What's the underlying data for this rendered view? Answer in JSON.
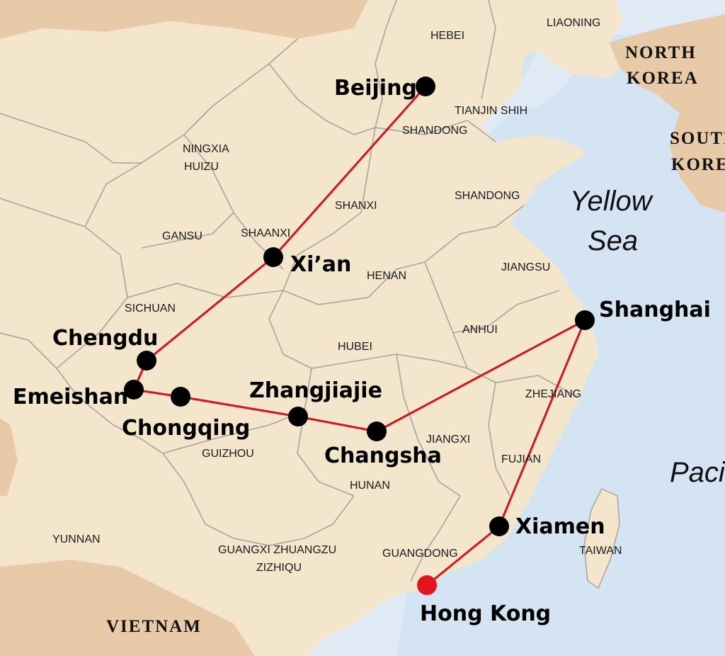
{
  "colors": {
    "land": "#f4e6cd",
    "neighbor_land": "#e8c9a8",
    "border": "#a9a3a0",
    "sea": "#dfeaf5",
    "route": "#d4141f",
    "city_marker": "#000000",
    "start_marker": "#e4141f"
  },
  "countries": {
    "north_korea_line1": "NORTH",
    "north_korea_line2": "KOREA",
    "south_korea_line1": "SOUTH",
    "south_korea_line2": "KOREA",
    "vietnam": "VIETNAM"
  },
  "seas": {
    "yellow_sea_line1": "Yellow",
    "yellow_sea_line2": "Sea",
    "pacific": "Pacific"
  },
  "regions": {
    "hebei": "HEBEI",
    "liaoning": "LIAONING",
    "tianjin": "TIANJIN SHIH",
    "shandong_north": "SHANDONG",
    "shandong": "SHANDONG",
    "ningxia_line1": "NINGXIA",
    "ningxia_line2": "HUIZU",
    "shanxi": "SHANXI",
    "gansu": "GANSU",
    "shaanxi": "SHAANXI",
    "henan": "HENAN",
    "jiangsu": "JIANGSU",
    "sichuan": "SICHUAN",
    "anhui": "ANHUI",
    "hubei": "HUBEI",
    "zhejiang": "ZHEJIANG",
    "jiangxi": "JIANGXI",
    "guizhou": "GUIZHOU",
    "fujian": "FUJIAN",
    "hunan": "HUNAN",
    "yunnan": "YUNNAN",
    "guangxi_line1": "GUANGXI  ZHUANGZU",
    "guangxi_line2": "ZIZHIQU",
    "guangdong": "GUANGDONG",
    "taiwan": "TAIWAN"
  },
  "route": {
    "stops": [
      {
        "name": "Beijing",
        "start": false
      },
      {
        "name": "Xi’an",
        "start": false
      },
      {
        "name": "Chengdu",
        "start": false
      },
      {
        "name": "Emeishan",
        "start": false
      },
      {
        "name": "Chongqing",
        "start": false
      },
      {
        "name": "Zhangjiajie",
        "start": false
      },
      {
        "name": "Changsha",
        "start": false
      },
      {
        "name": "Shanghai",
        "start": false
      },
      {
        "name": "Xiamen",
        "start": false
      },
      {
        "name": "Hong Kong",
        "start": true
      }
    ]
  }
}
